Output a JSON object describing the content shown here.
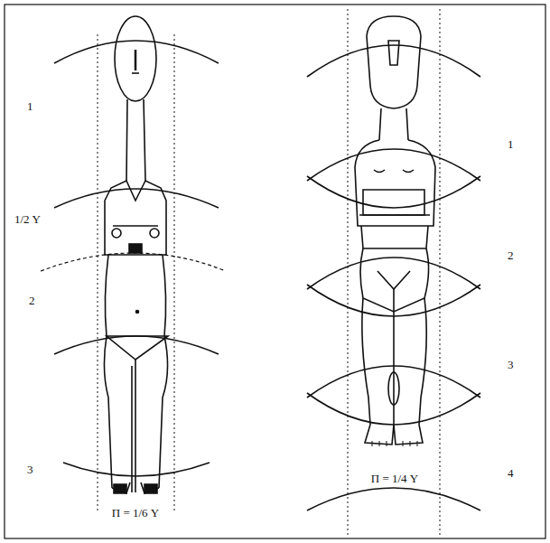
{
  "diagram": {
    "labels": [
      "1",
      "1/2 Y",
      "2",
      "3",
      "Π = 1/6 Y",
      "1",
      "2",
      "3",
      "4",
      "Π = 1/4 Y"
    ]
  }
}
